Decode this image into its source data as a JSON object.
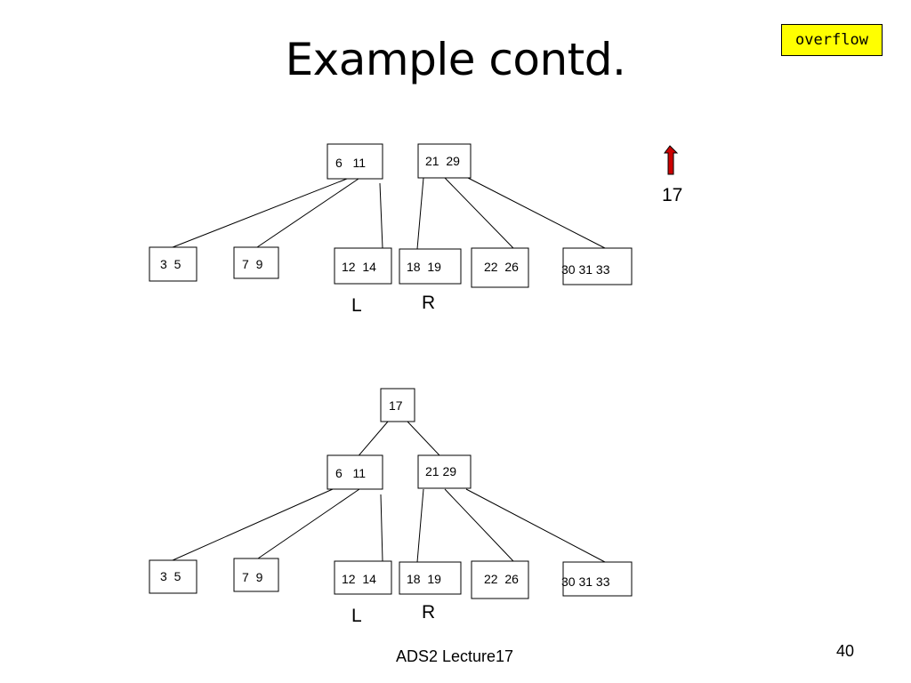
{
  "title": "Example contd.",
  "badge": {
    "text": "overflow",
    "color": "#ffff00"
  },
  "arrow_color": "#cc0000",
  "upper_tree": {
    "root_left": "6   11",
    "root_right": "21  29",
    "leaves": [
      "3  5",
      "7  9",
      "12  14",
      "18  19",
      "22  26",
      "30 31 33"
    ],
    "label_left": "L",
    "label_right": "R",
    "promoted_key": "17"
  },
  "lower_tree": {
    "root": "17",
    "left_internal": "6   11",
    "right_internal": "21 29",
    "leaves": [
      "3  5",
      "7  9",
      "12  14",
      "18  19",
      "22  26",
      "30 31 33"
    ],
    "label_left": "L",
    "label_right": "R"
  },
  "footer": {
    "text": "ADS2 Lecture17",
    "page": "40"
  }
}
